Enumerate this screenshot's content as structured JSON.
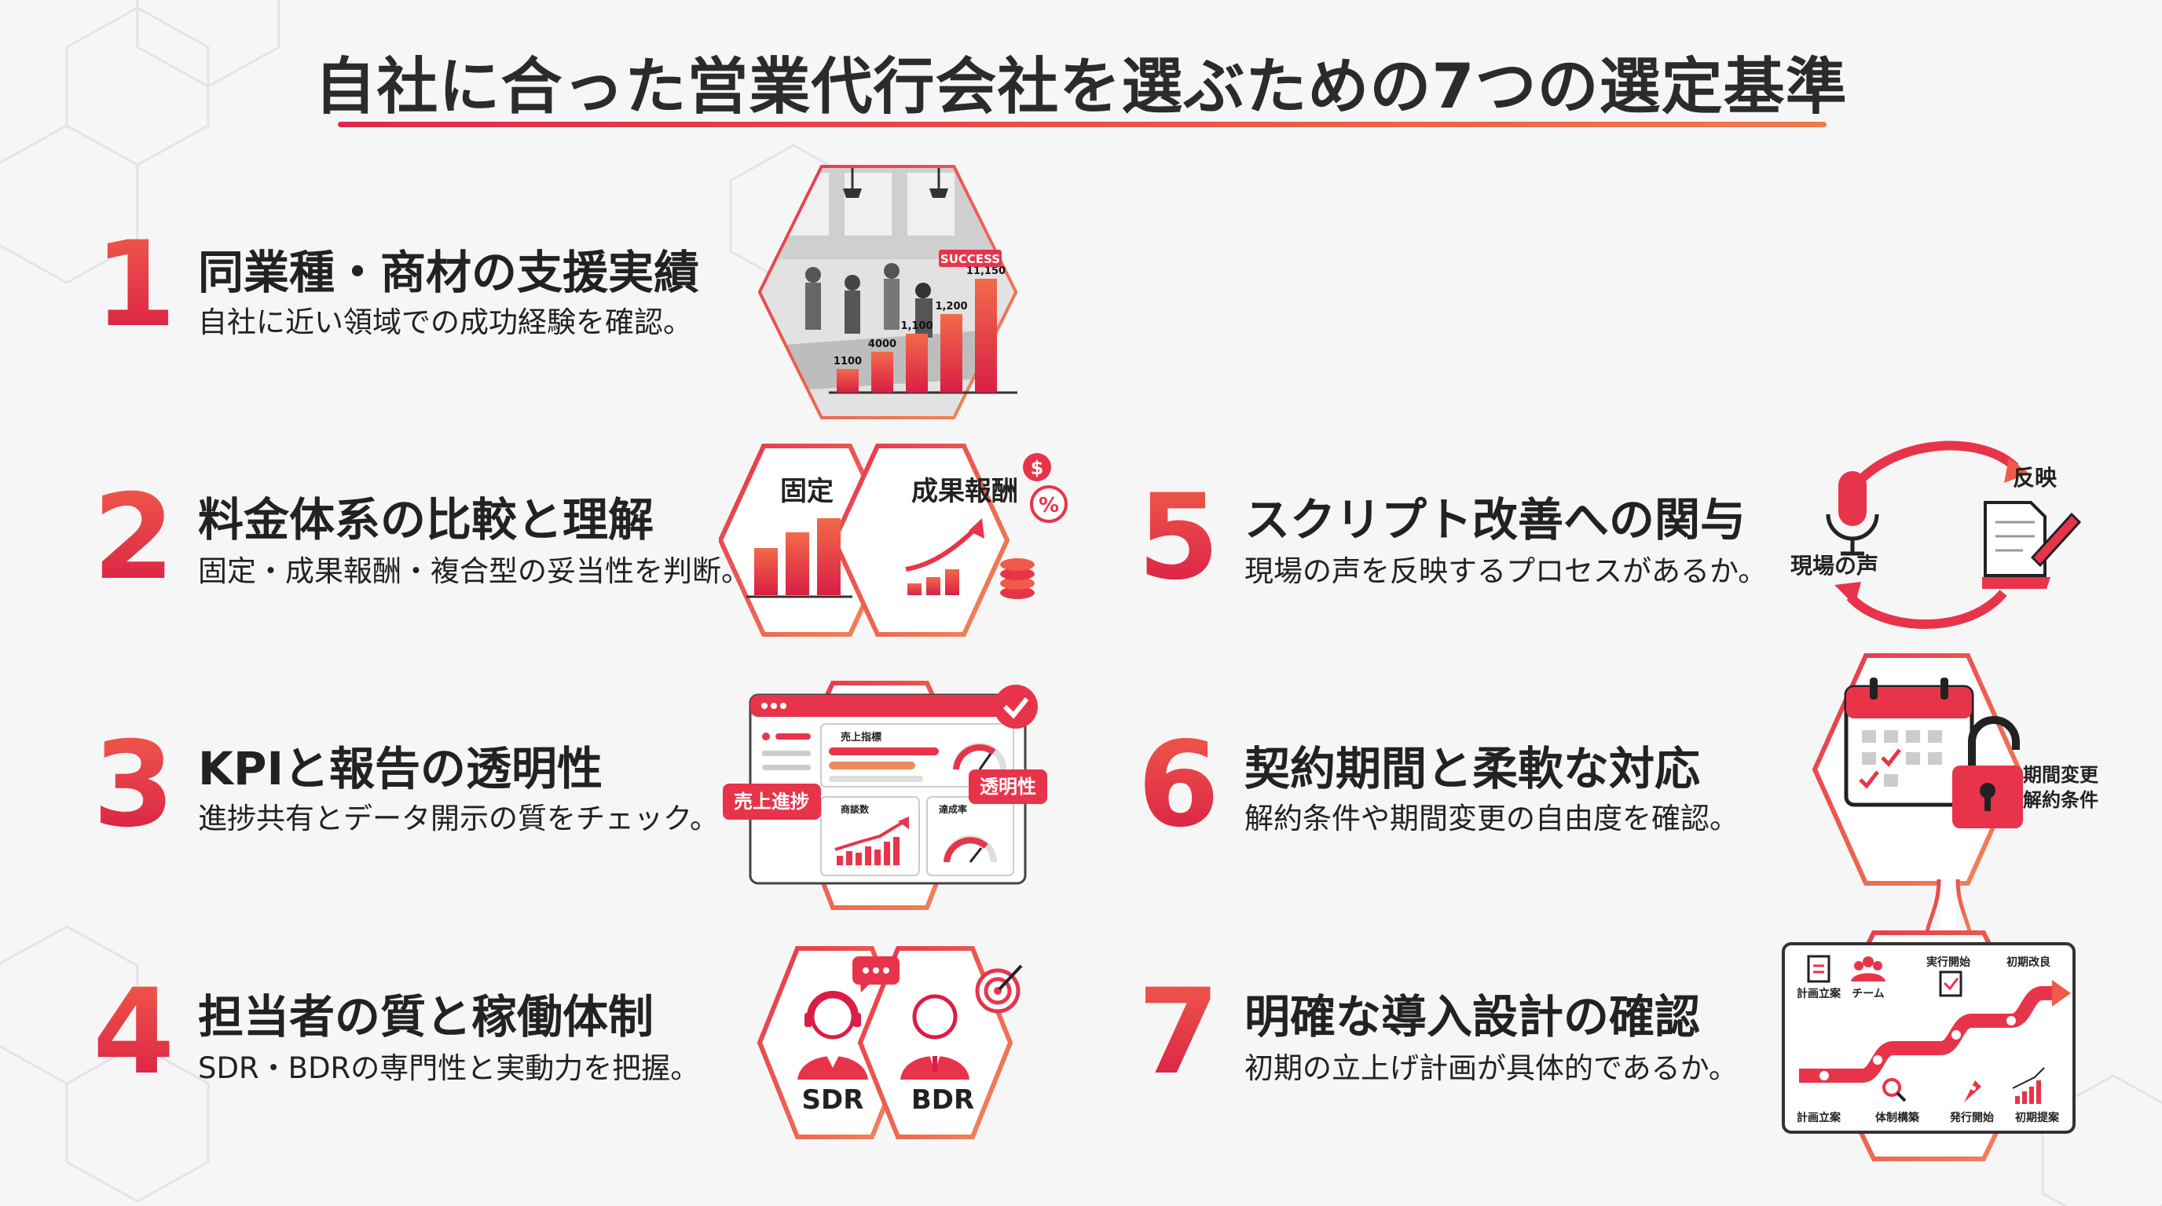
{
  "title": "自社に合った営業代行会社を選ぶための7つの選定基準",
  "criteria": [
    {
      "num": "1",
      "heading": "同業種・商材の支援実績",
      "desc": "自社に近い領域での成功経験を確認。"
    },
    {
      "num": "2",
      "heading": "料金体系の比較と理解",
      "desc": "固定・成果報酬・複合型の妥当性を判断。"
    },
    {
      "num": "3",
      "heading": "KPIと報告の透明性",
      "desc": "進捗共有とデータ開示の質をチェック。"
    },
    {
      "num": "4",
      "heading": "担当者の質と稼働体制",
      "desc": "SDR・BDRの専門性と実動力を把握。"
    },
    {
      "num": "5",
      "heading": "スクリプト改善への関与",
      "desc": "現場の声を反映するプロセスがあるか。"
    },
    {
      "num": "6",
      "heading": "契約期間と柔軟な対応",
      "desc": "解約条件や期間変更の自由度を確認。"
    },
    {
      "num": "7",
      "heading": "明確な導入設計の確認",
      "desc": "初期の立上げ計画が具体的であるか。"
    }
  ],
  "illus1": {
    "badge": "SUCCESS",
    "bars": [
      {
        "label": "1100",
        "value": 1100
      },
      {
        "label": "4000",
        "value": 4000
      },
      {
        "label": "1,100",
        "value": 1100
      },
      {
        "label": "1,200",
        "value": 1200
      },
      {
        "label": "11,150",
        "value": 11150
      }
    ]
  },
  "illus2": {
    "fixed": "固定",
    "reward": "成果報酬",
    "symbol_dollar": "$",
    "symbol_percent": "%"
  },
  "illus3": {
    "panel_title": "売上指標",
    "card1": "商談数",
    "card2": "達成率",
    "tag_left": "売上進捗",
    "tag_right": "透明性"
  },
  "illus4": {
    "left": "SDR",
    "right": "BDR"
  },
  "illus5": {
    "top": "反映",
    "left": "現場の声"
  },
  "illus6": {
    "line1": "期間変更",
    "line2": "解約条件"
  },
  "illus7": {
    "top": [
      "計画立案",
      "チーム",
      "実行開始",
      "初期改良"
    ],
    "bottom": [
      "計画立案",
      "体制構築",
      "発行開始",
      "初期提案"
    ]
  },
  "colors": {
    "accent": "#e8344a",
    "accent2": "#f07a4a",
    "text": "#222222",
    "bg": "#f6f6f7"
  }
}
